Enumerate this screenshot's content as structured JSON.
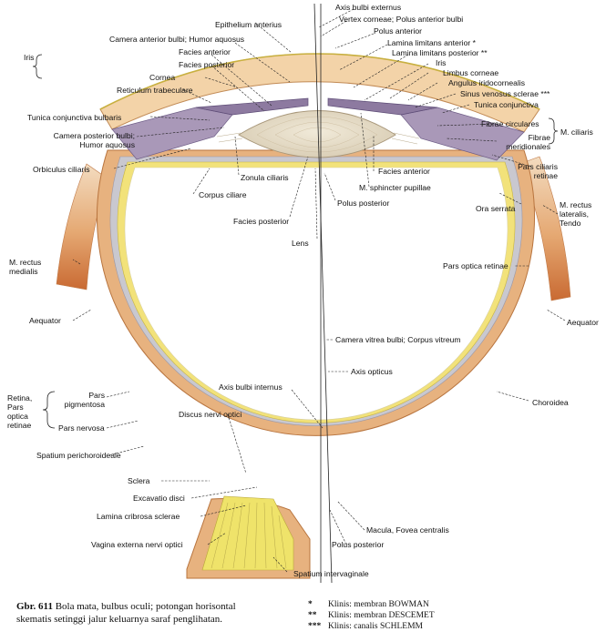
{
  "figure": {
    "number": "Gbr. 611",
    "caption_line1": "Bola mata, bulbus oculi; potongan horisontal",
    "caption_line2": "skematis setinggi jalur keluarnya saraf penglihatan."
  },
  "footnotes": [
    {
      "marker": "*",
      "text": "Klinis: membran BOWMAN"
    },
    {
      "marker": "**",
      "text": "Klinis: membran DESCEMET"
    },
    {
      "marker": "***",
      "text": "Klinis: canalis SCHLEMM"
    }
  ],
  "labels": {
    "axis_bulbi_externus": "Axis bulbi externus",
    "vertex_corneae": "Vertex corneae; Polus anterior bulbi",
    "epithelium_anterius": "Epithelium anterius",
    "polus_anterior": "Polus anterior",
    "camera_anterior": "Camera anterior bulbi; Humor aquosus",
    "lamina_anterior": "Lamina limitans anterior *",
    "facies_anterior_iris": "Facies anterior",
    "lamina_posterior": "Lamina limitans posterior **",
    "iris_left": "Iris",
    "facies_posterior_iris": "Facies posterior",
    "iris_right": "Iris",
    "cornea": "Cornea",
    "limbus_corneae": "Limbus corneae",
    "reticulum_trabeculare": "Reticulum trabeculare",
    "angulus": "Angulus iridocornealis",
    "sinus_venosus": "Sinus venosus sclerae ***",
    "tunica_conj_bulbaris": "Tunica conjunctiva bulbaris",
    "tunica_conjunctiva": "Tunica conjunctiva",
    "camera_posterior_1": "Camera posterior bulbi;",
    "camera_posterior_2": "Humor aquosus",
    "fibrae_circulares": "Fibrae circulares",
    "fibrae_merid_1": "Fibrae",
    "fibrae_merid_2": "meridionales",
    "m_ciliaris": "M. ciliaris",
    "orbiculus_ciliaris": "Orbiculus ciliaris",
    "zonula_ciliaris": "Zonula ciliaris",
    "facies_anterior_lens": "Facies anterior",
    "pars_ciliaris_1": "Pars ciliaris",
    "pars_ciliaris_2": "retinae",
    "corpus_ciliare": "Corpus ciliare",
    "m_sphincter": "M. sphincter pupillae",
    "polus_posterior_lens": "Polus posterior",
    "ora_serrata": "Ora serrata",
    "m_rectus_lat_1": "M. rectus",
    "m_rectus_lat_2": "lateralis,",
    "m_rectus_lat_3": "Tendo",
    "facies_posterior_lens": "Facies posterior",
    "lens": "Lens",
    "m_rectus_med_1": "M. rectus",
    "m_rectus_med_2": "medialis",
    "pars_optica_retinae": "Pars optica retinae",
    "aequator_left": "Aequator",
    "aequator_right": "Aequator",
    "camera_vitrea": "Camera vitrea bulbi; Corpus vitreum",
    "axis_opticus": "Axis opticus",
    "axis_bulbi_internus": "Axis bulbi internus",
    "retina_group_1": "Retina,",
    "retina_group_2": "Pars",
    "retina_group_3": "optica",
    "retina_group_4": "retinae",
    "pars_pigmentosa_1": "Pars",
    "pars_pigmentosa_2": "pigmentosa",
    "choroidea": "Choroidea",
    "discus_nervi_optici": "Discus nervi optici",
    "pars_nervosa": "Pars nervosa",
    "spatium_perichoroideale": "Spatium perichoroideale",
    "sclera": "Sclera",
    "excavatio_disci": "Excavatio disci",
    "lamina_cribrosa": "Lamina cribrosa sclerae",
    "macula": "Macula, Fovea centralis",
    "polus_posterior_bulbi": "Polus posterior",
    "vagina_externa": "Vagina externa nervi optici",
    "spatium_intervaginale": "Spatium intervaginale"
  },
  "colors": {
    "sclera": "#e7b27f",
    "sclera_edge": "#b8743e",
    "choroid": "#c9c8cf",
    "retina": "#f2e27a",
    "cornea": "#f3d3a8",
    "lens": "#e6dcc8",
    "iris": "#8d7aa0",
    "muscle": "#d98a4e",
    "nerve": "#efe36a",
    "line": "#222222"
  }
}
